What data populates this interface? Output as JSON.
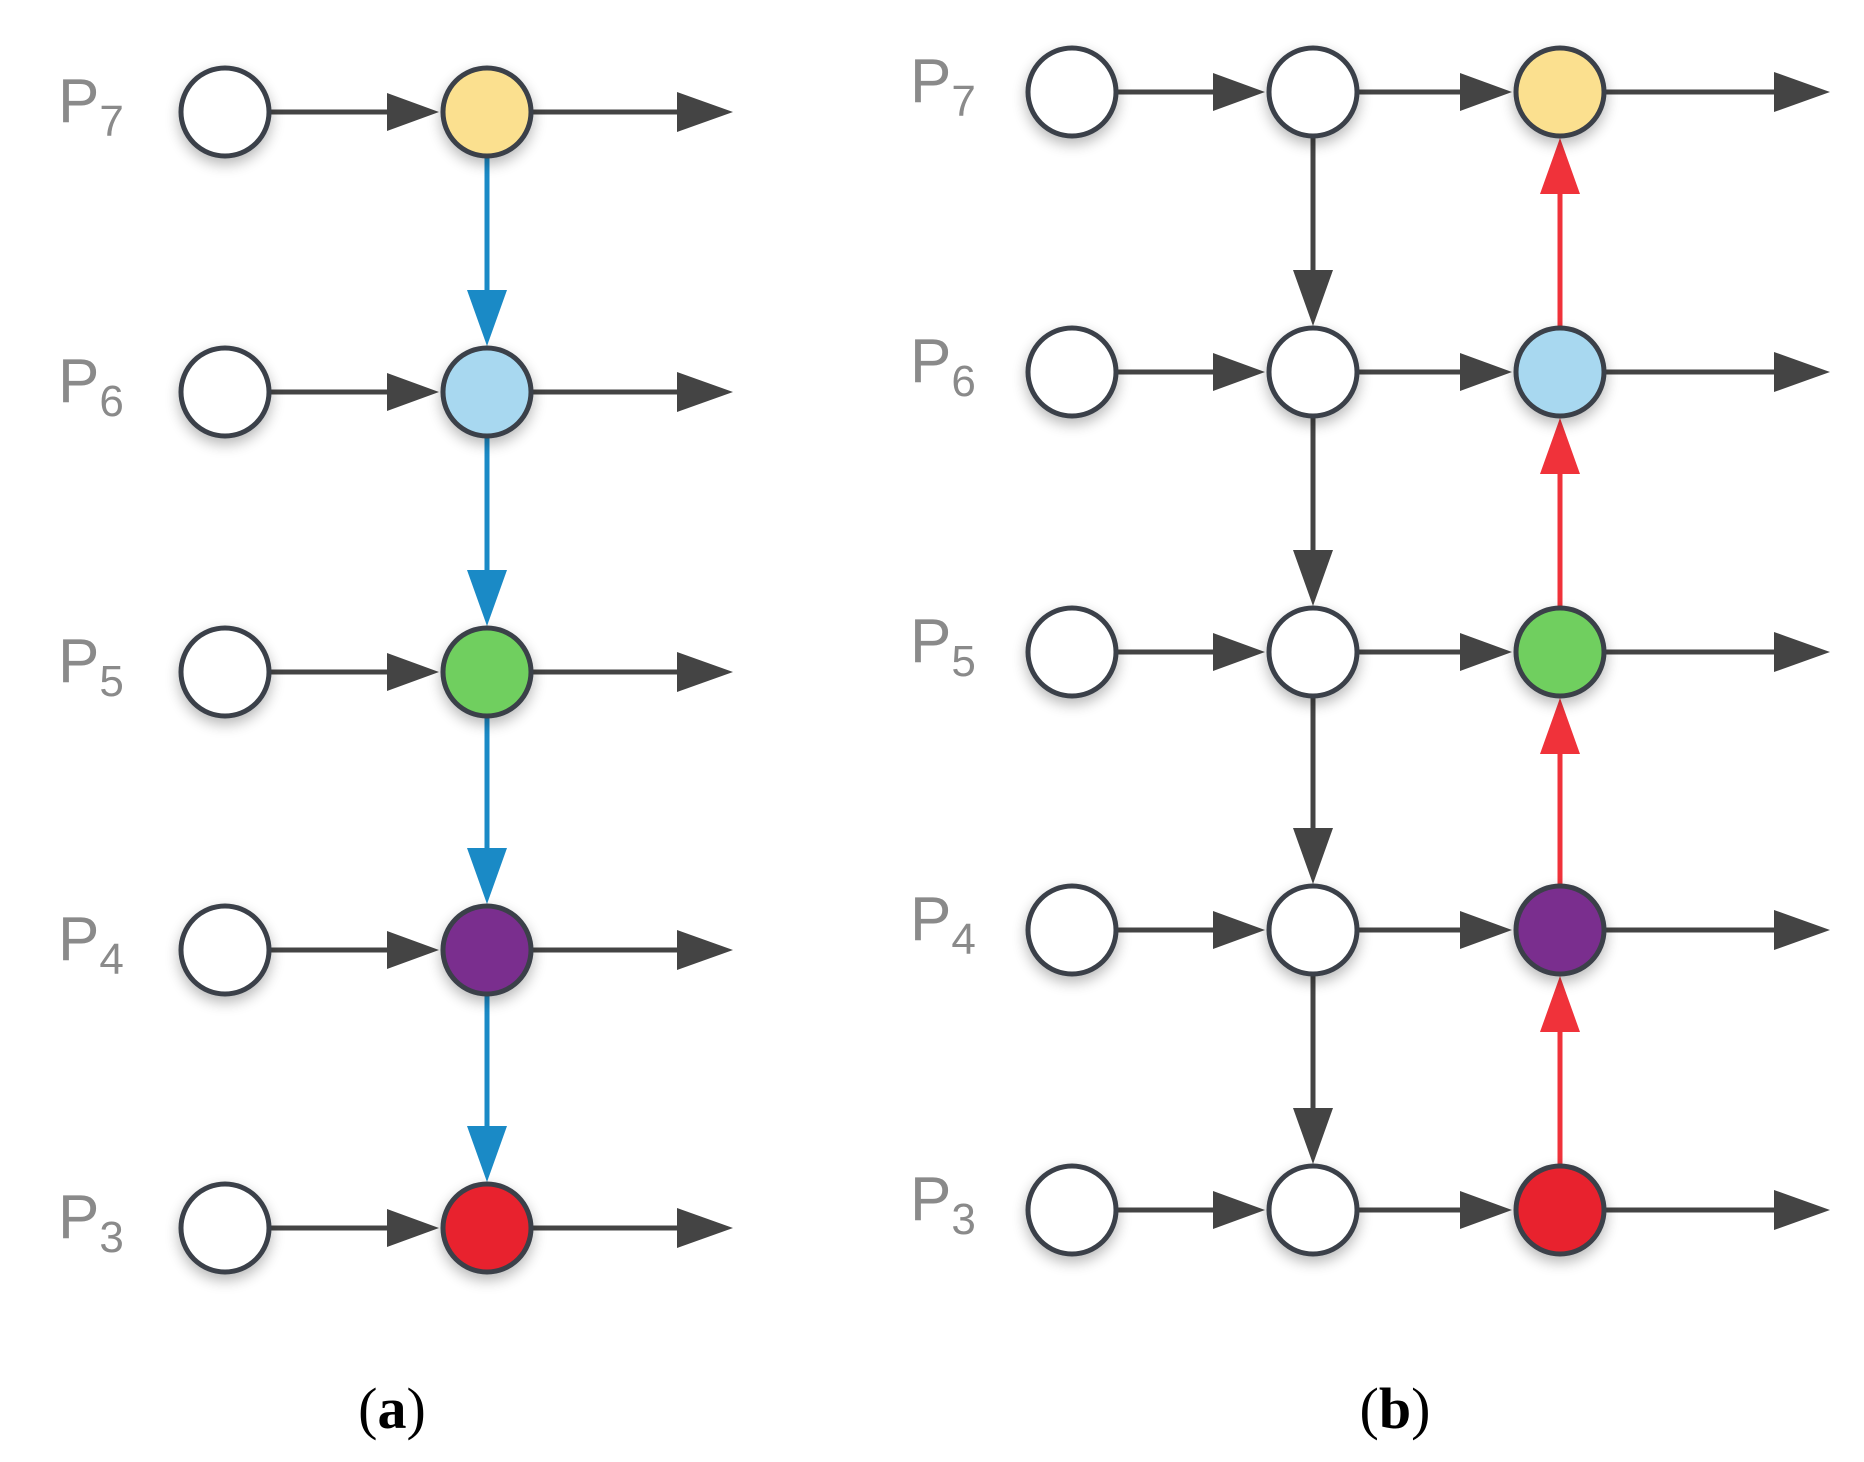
{
  "panels": [
    {
      "id": "a",
      "caption_letter": "a",
      "levels": [
        {
          "main": "P",
          "sub": "7",
          "color": "#fbe08f"
        },
        {
          "main": "P",
          "sub": "6",
          "color": "#a8d8f0"
        },
        {
          "main": "P",
          "sub": "5",
          "color": "#6fcf5f"
        },
        {
          "main": "P",
          "sub": "4",
          "color": "#7a2f8e"
        },
        {
          "main": "P",
          "sub": "3",
          "color": "#e8232e"
        }
      ],
      "pathway": "top-down",
      "pathway_color": "#1a8ac6"
    },
    {
      "id": "b",
      "caption_letter": "b",
      "levels": [
        {
          "main": "P",
          "sub": "7",
          "color": "#fbe08f"
        },
        {
          "main": "P",
          "sub": "6",
          "color": "#a8d8f0"
        },
        {
          "main": "P",
          "sub": "5",
          "color": "#6fcf5f"
        },
        {
          "main": "P",
          "sub": "4",
          "color": "#7a2f8e"
        },
        {
          "main": "P",
          "sub": "3",
          "color": "#e8232e"
        }
      ],
      "pathway": "top-down-then-bottom-up",
      "pathway_color": "#444444",
      "bottom_up_color": "#f0323a"
    }
  ],
  "colors": {
    "node_stroke": "#3a4148",
    "arrow_gray": "#444444",
    "empty_node_fill": "#ffffff"
  }
}
